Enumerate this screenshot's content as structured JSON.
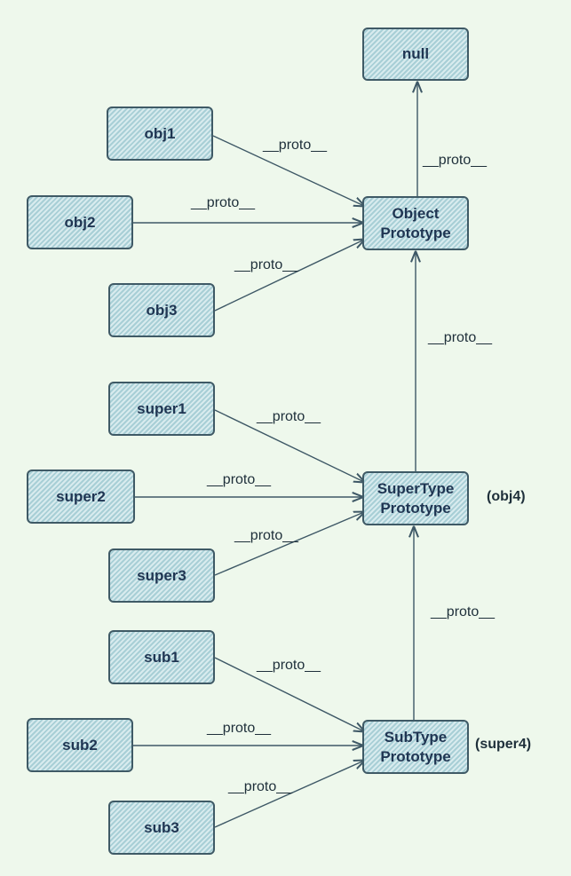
{
  "nodes": {
    "null": "null",
    "object_proto": [
      "Object",
      "Prototype"
    ],
    "obj1": "obj1",
    "obj2": "obj2",
    "obj3": "obj3",
    "super1": "super1",
    "super2": "super2",
    "super3": "super3",
    "supertype_proto": [
      "SuperType",
      "Prototype"
    ],
    "sub1": "sub1",
    "sub2": "sub2",
    "sub3": "sub3",
    "subtype_proto": [
      "SubType",
      "Prototype"
    ]
  },
  "side_notes": {
    "supertype_proto": "(obj4)",
    "subtype_proto": "(super4)"
  },
  "edge_label": "__proto__",
  "colors": {
    "background": "#eef8ec",
    "node_fill": "#b8dbe1",
    "node_border": "#3f5a66",
    "node_text": "#1f3552",
    "arrow": "#3e5866"
  }
}
